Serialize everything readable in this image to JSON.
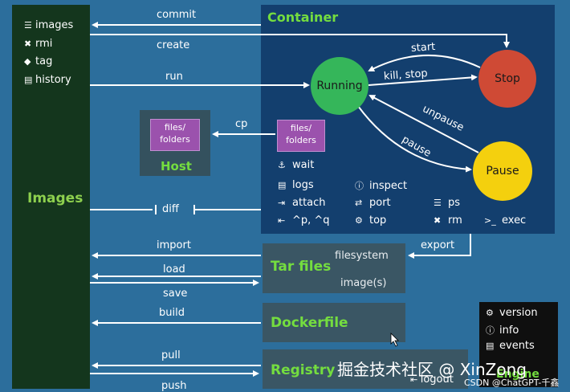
{
  "images": {
    "title": "Images",
    "menu": [
      {
        "icon": "list-icon",
        "glyph": "☰",
        "label": "images"
      },
      {
        "icon": "x-icon",
        "glyph": "✖",
        "label": "rmi"
      },
      {
        "icon": "tag-icon",
        "glyph": "◆",
        "label": "tag"
      },
      {
        "icon": "document-icon",
        "glyph": "▤",
        "label": "history"
      }
    ]
  },
  "container": {
    "title": "Container",
    "states": {
      "running": "Running",
      "stop": "Stop",
      "pause": "Pause"
    },
    "transitions": {
      "start": "start",
      "kill_stop": "kill, stop",
      "unpause": "unpause",
      "pause": "pause"
    },
    "commands": {
      "wait": "wait",
      "logs": "logs",
      "attach": "attach",
      "detach": "^p, ^q",
      "inspect": "inspect",
      "port": "port",
      "top": "top",
      "ps": "ps",
      "rm": "rm",
      "exec": "exec"
    },
    "files": "files/\nfolders"
  },
  "host": {
    "title": "Host",
    "files": "files/\nfolders"
  },
  "arrows": {
    "commit": "commit",
    "create": "create",
    "run": "run",
    "cp": "cp",
    "diff": "diff",
    "import": "import",
    "load": "load",
    "save": "save",
    "build": "build",
    "pull": "pull",
    "push": "push",
    "export": "export"
  },
  "tar": {
    "title": "Tar files",
    "filesystem": "filesystem",
    "image": "image(s)"
  },
  "dockerfile": {
    "title": "Dockerfile"
  },
  "registry": {
    "title": "Registry",
    "logout": "logout"
  },
  "engine": {
    "version": "version",
    "info": "info",
    "events": "events",
    "title": "Engine"
  },
  "watermark": {
    "main": "掘金技术社区 @ XinZong",
    "sub": "CSDN @ChatGPT-千鑫"
  },
  "colors": {
    "background": "#2c6e9c",
    "images_panel": "#14361d",
    "container_panel": "#133f6e",
    "accent_green": "#74dd3f",
    "running": "#35b65a",
    "stop": "#cf4a35",
    "pause": "#f4d00e"
  }
}
